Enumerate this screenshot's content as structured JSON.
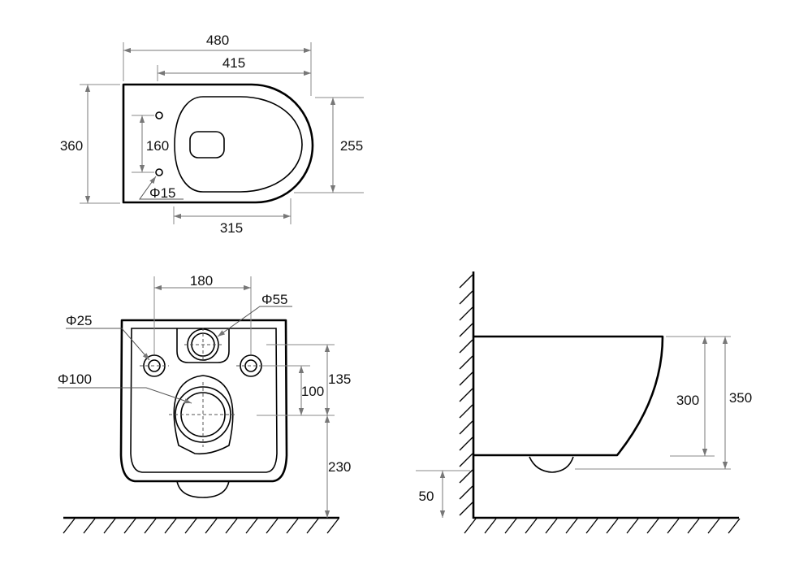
{
  "top_view": {
    "dim_length": "480",
    "dim_bowl": "415",
    "dim_width": "360",
    "dim_bolt_spacing": "160",
    "dim_bowl_width": "255",
    "dim_bolt_diameter": "Φ15",
    "dim_bowl_front": "315"
  },
  "rear_view": {
    "dim_fixing_spacing": "180",
    "dim_inlet_diameter": "Φ55",
    "dim_fixing_diameter": "Φ25",
    "dim_outlet_diameter": "Φ100",
    "dim_fixing_offset": "135",
    "dim_outlet_offset": "100",
    "dim_outlet_height": "230"
  },
  "side_view": {
    "dim_body_height": "300",
    "dim_total_height": "350",
    "dim_floor_gap": "50"
  }
}
